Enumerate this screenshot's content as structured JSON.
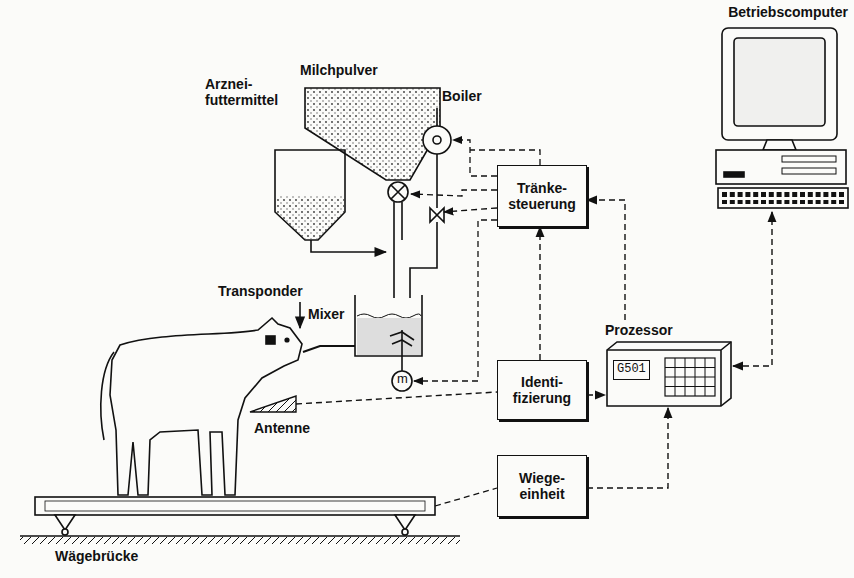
{
  "diagram": {
    "nodes": [
      {
        "text": [
          "Betriebscomputer"
        ]
      },
      {
        "text": [
          "Tränke- steuerung"
        ]
      },
      {
        "text": [
          "Identi- fizierung"
        ]
      },
      {
        "text": [
          "Prozessor",
          "G501"
        ]
      },
      {
        "text": [
          "Wiege- einheit"
        ]
      }
    ],
    "edges": [
      {
        "from": 3,
        "to": 1,
        "arrow": "to"
      },
      {
        "from": 2,
        "to": 1,
        "arrow": "to"
      },
      {
        "from": 2,
        "to": 3,
        "arrow": "to"
      },
      {
        "from": 4,
        "to": 3,
        "arrow": "to"
      },
      {
        "from": 3,
        "to": 0,
        "arrow": "both"
      }
    ],
    "labels": [
      "Milchpulver",
      "Boiler",
      "Arznei- futtermittel",
      "Transponder",
      "Mixer",
      "m",
      "Antenne",
      "Wägebrücke"
    ]
  }
}
